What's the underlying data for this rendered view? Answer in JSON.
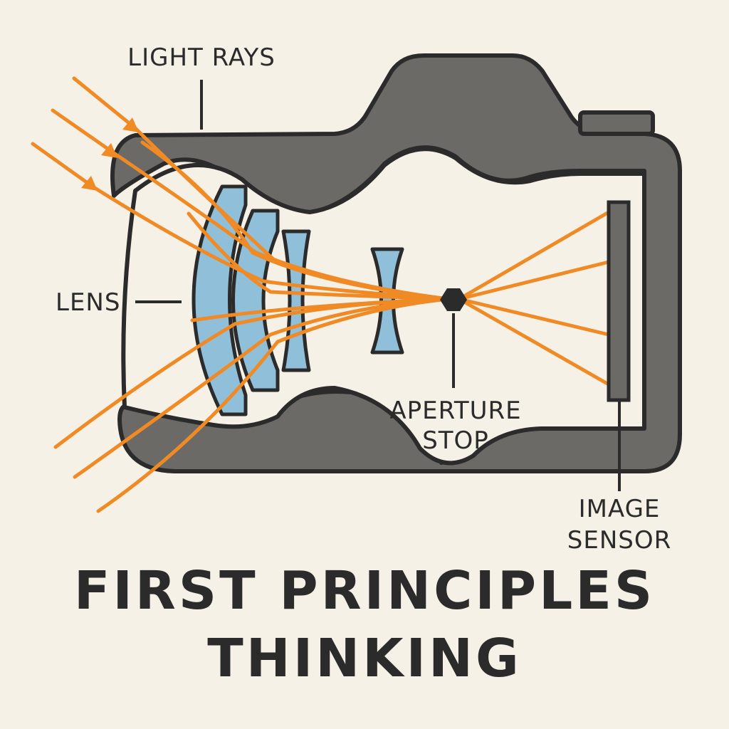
{
  "labels": {
    "light_rays": "LIGHT RAYS",
    "lens": "LENS",
    "aperture_line1": "APERTURE",
    "aperture_line2": "STOP",
    "sensor_line1": "IMAGE",
    "sensor_line2": "SENSOR"
  },
  "title": {
    "line1": "FIRST PRINCIPLES",
    "line2": "THINKING"
  },
  "colors": {
    "background": "#f6f1e7",
    "camera_body": "#6b6a66",
    "outline": "#2b2b2b",
    "lens_glass": "#90bfd9",
    "light_ray": "#f08a24"
  },
  "icons": {
    "aperture": "hexagon-aperture-icon"
  }
}
